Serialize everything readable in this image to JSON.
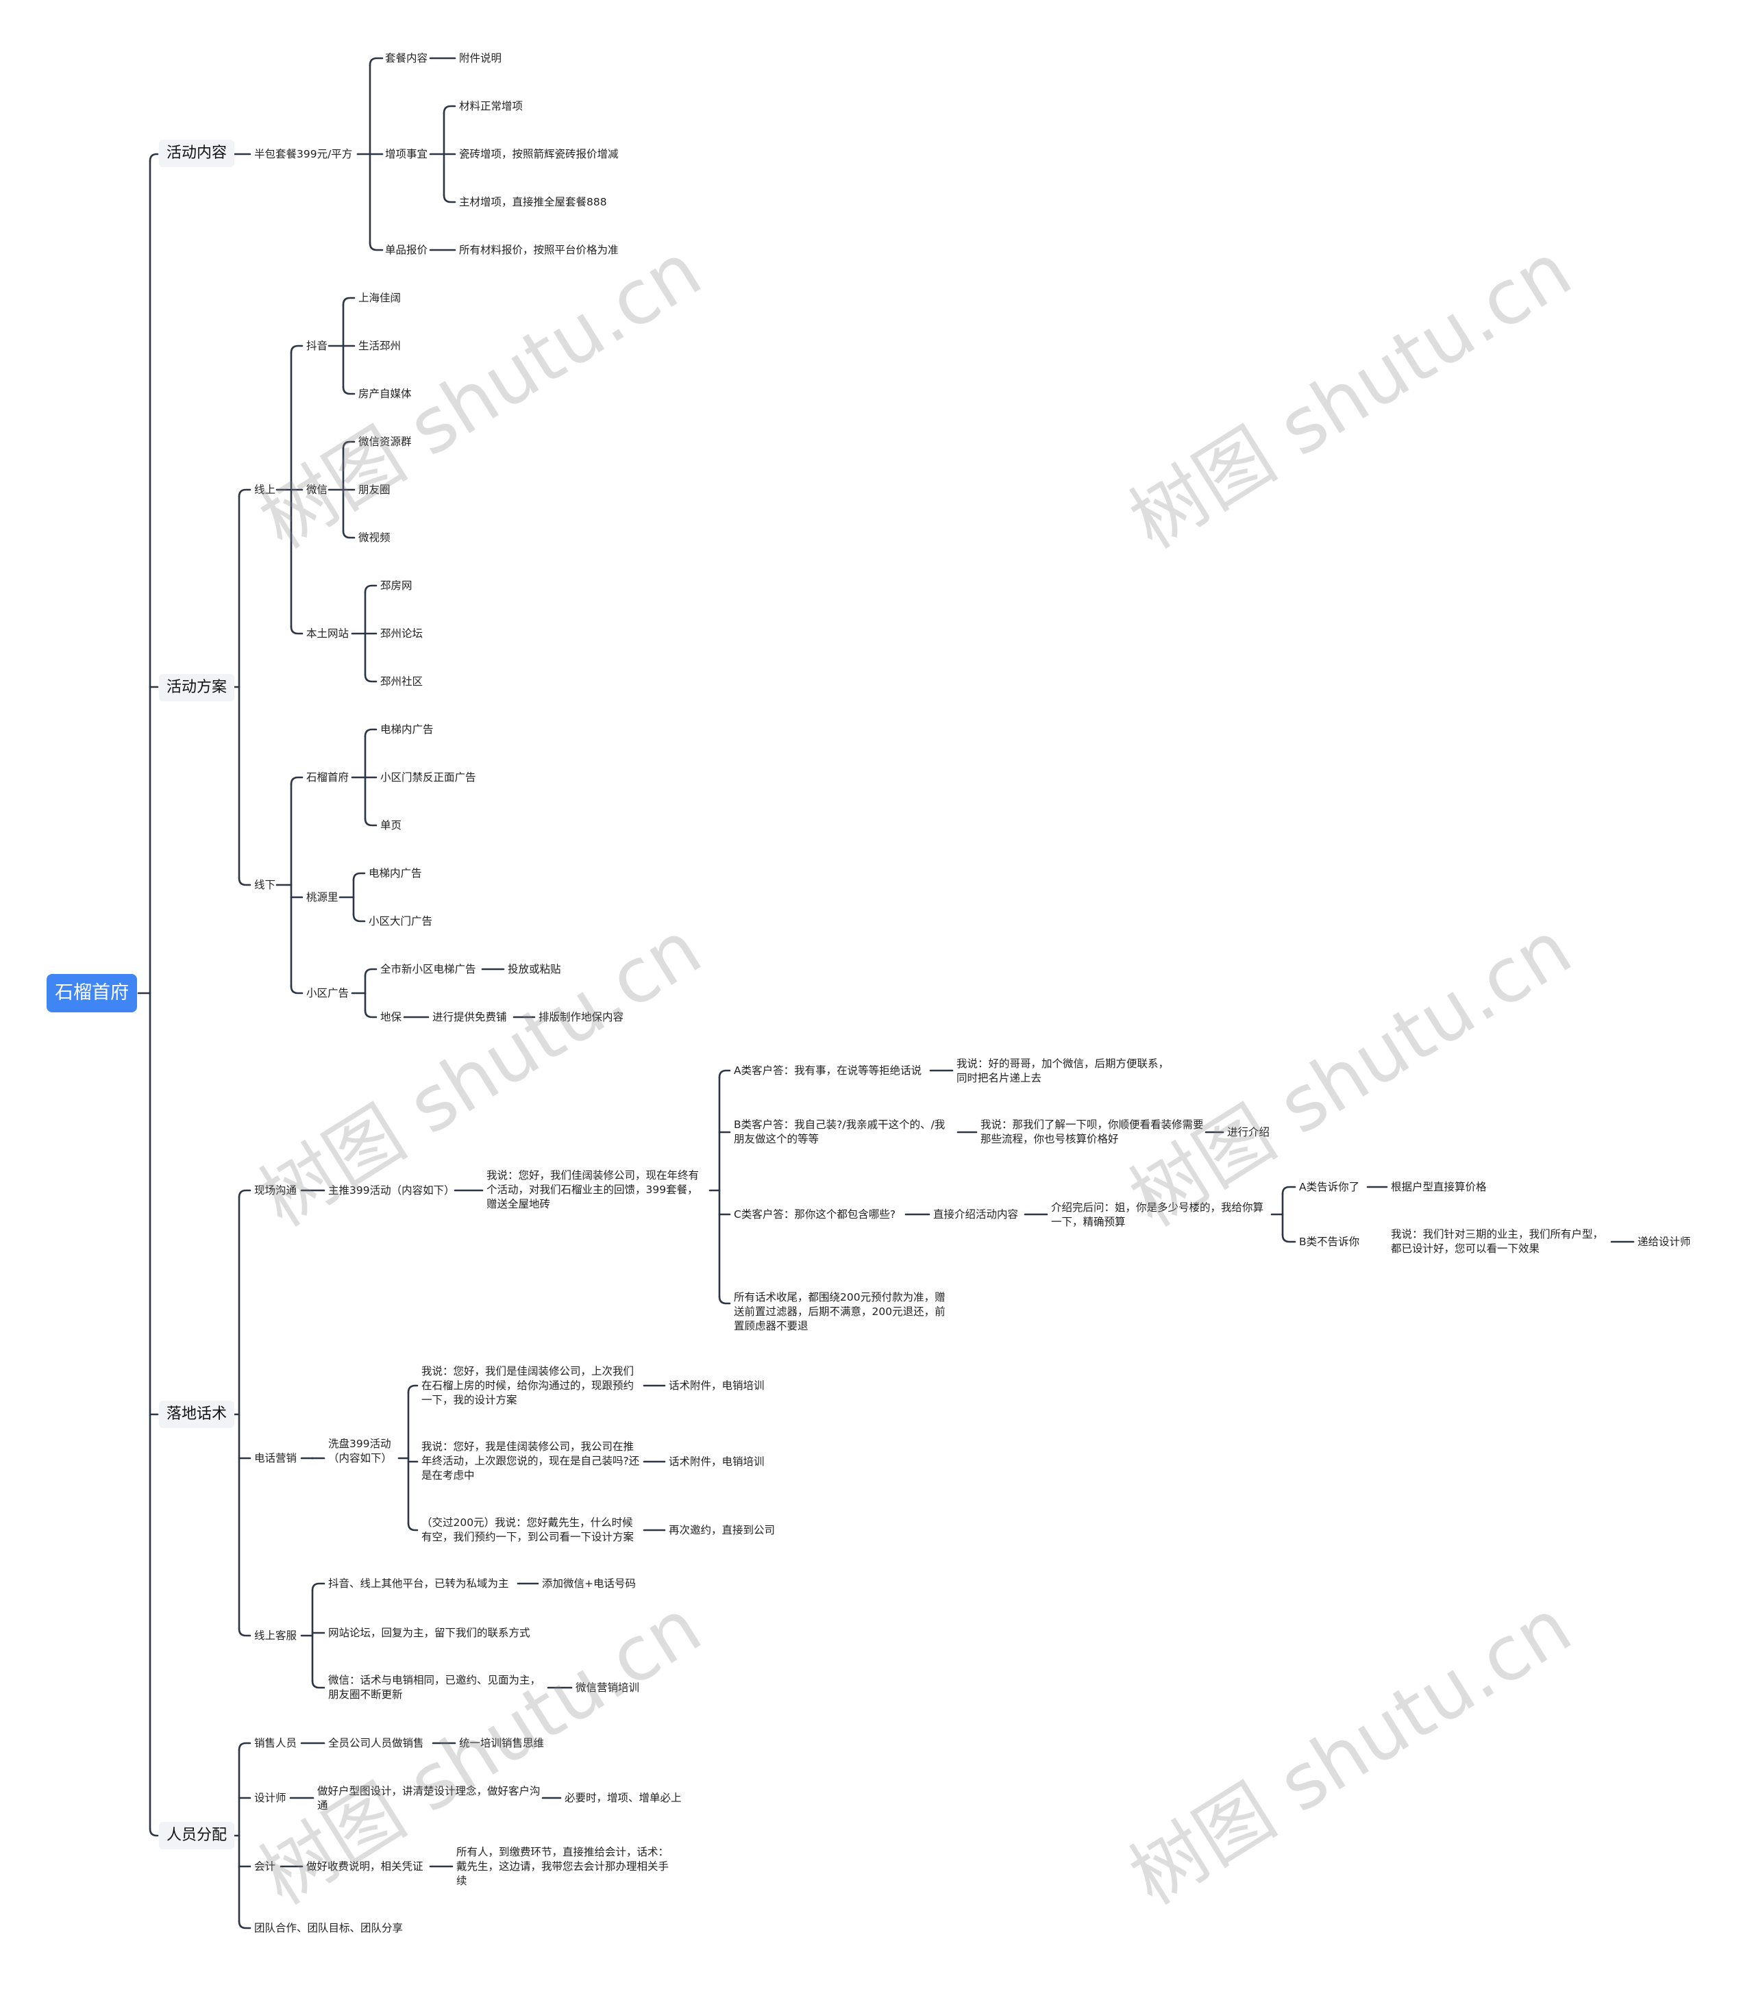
{
  "root": "石榴首府",
  "branches": {
    "activity_content": {
      "label": "活动内容",
      "package": "半包套餐399元/平方",
      "package_content": "套餐内容",
      "package_content_note": "附件说明",
      "extra_items": "增项事宜",
      "extra_1": "材料正常增项",
      "extra_2": "瓷砖增项，按照箭辉瓷砖报价增减",
      "extra_3": "主材增项，直接推全屋套餐888",
      "unit_price": "单品报价",
      "unit_price_note": "所有材料报价，按照平台价格为准"
    },
    "activity_plan": {
      "label": "活动方案",
      "online": "线上",
      "douyin": "抖音",
      "douyin_1": "上海佳阔",
      "douyin_2": "生活邳州",
      "douyin_3": "房产自媒体",
      "wechat": "微信",
      "wechat_1": "微信资源群",
      "wechat_2": "朋友圈",
      "wechat_3": "微视频",
      "local_sites": "本土网站",
      "site_1": "邳房网",
      "site_2": "邳州论坛",
      "site_3": "邳州社区",
      "offline": "线下",
      "shiliu": "石榴首府",
      "shiliu_1": "电梯内广告",
      "shiliu_2": "小区门禁反正面广告",
      "shiliu_3": "单页",
      "taoyuan": "桃源里",
      "taoyuan_1": "电梯内广告",
      "taoyuan_2": "小区大门广告",
      "community_ads": "小区广告",
      "community_1": "全市新小区电梯广告",
      "community_1_note": "投放或粘贴",
      "floor_guard": "地保",
      "floor_guard_1": "进行提供免费铺",
      "floor_guard_2": "排版制作地保内容"
    },
    "scripts": {
      "label": "落地话术",
      "onsite": "现场沟通",
      "onsite_main": "主推399活动（内容如下）",
      "onsite_say": "我说：您好，我们佳阔装修公司，现在年终有个活动，对我们石榴业主的回馈，399套餐，赠送全屋地砖",
      "a_type": "A类客户答：我有事，在说等等拒绝话说",
      "a_type_reply": "我说：好的哥哥，加个微信，后期方便联系，同时把名片递上去",
      "b_type": "B类客户答：我自己装?/我亲戚干这个的、/我朋友做这个的等等",
      "b_type_reply": "我说：那我们了解一下呗，你顺便看看装修需要那些流程，你也号核算价格好",
      "b_type_next": "进行介绍",
      "c_type": "C类客户答：那你这个都包含哪些?",
      "c_type_reply": "直接介绍活动内容",
      "c_type_after": "介绍完后问：姐，你是多少号楼的，我给你算一下，精确预算",
      "c_a_tell": "A类告诉你了",
      "c_a_tell_next": "根据户型直接算价格",
      "c_b_not": "B类不告诉你",
      "c_b_not_reply": "我说：我们针对三期的业主，我们所有户型，都已设计好，您可以看一下效果",
      "c_b_not_next": "递给设计师",
      "closing": "所有话术收尾，都围绕200元预付款为准，赠送前置过滤器，后期不满意，200元退还，前置顾虑器不要退",
      "phone": "电话营销",
      "phone_main": "洗盘399活动（内容如下）",
      "phone_say_1": "我说：您好，我们是佳阔装修公司，上次我们在石榴上房的时候，给你沟通过的，现跟预约一下，我的设计方案",
      "phone_say_1_next": "话术附件，电销培训",
      "phone_say_2": "我说：您好，我是佳阔装修公司，我公司在推年终活动，上次跟您说的，现在是自己装吗?还是在考虑中",
      "phone_say_2_next": "话术附件，电销培训",
      "phone_say_3": "（交过200元）我说：您好戴先生，什么时候有空，我们预约一下，到公司看一下设计方案",
      "phone_say_3_next": "再次邀约，直接到公司",
      "online_cs": "线上客服",
      "cs_1": "抖音、线上其他平台，已转为私域为主",
      "cs_1_next": "添加微信+电话号码",
      "cs_2": "网站论坛，回复为主，留下我们的联系方式",
      "cs_3": "微信：话术与电销相同，已邀约、见面为主，朋友圈不断更新",
      "cs_3_next": "微信营销培训"
    },
    "staffing": {
      "label": "人员分配",
      "sales": "销售人员",
      "sales_1": "全员公司人员做销售",
      "sales_2": "统一培训销售思维",
      "designer": "设计师",
      "designer_1": "做好户型图设计，讲清楚设计理念，做好客户沟通",
      "designer_2": "必要时，增项、增单必上",
      "accountant": "会计",
      "accountant_1": "做好收费说明，相关凭证",
      "accountant_2": "所有人，到缴费环节，直接推给会计，话术：戴先生，这边请，我带您去会计那办理相关手续",
      "team": "团队合作、团队目标、团队分享"
    }
  },
  "watermark": "树图 shutu.cn",
  "colors": {
    "root_bg": "#3f86f4",
    "line": "#2c3545",
    "level1_bg": "#f1f3f6"
  }
}
